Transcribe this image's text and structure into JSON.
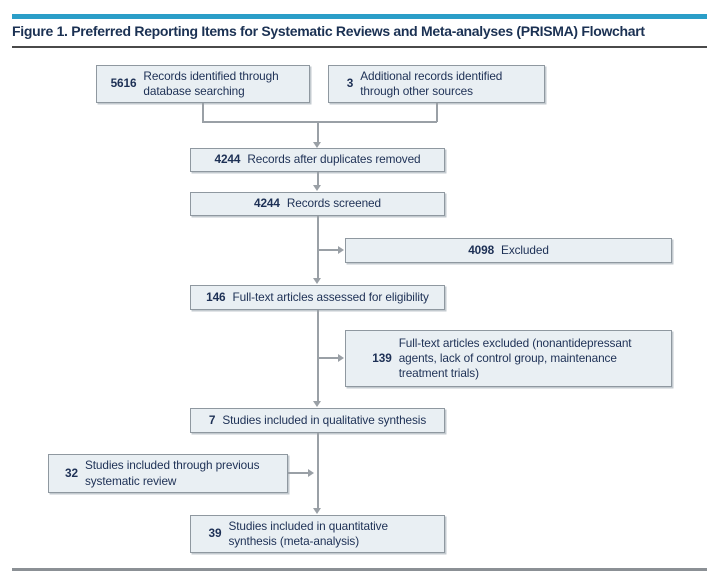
{
  "figure": {
    "title": "Figure 1. Preferred Reporting Items for Systematic Reviews and Meta-analyses (PRISMA) Flowchart"
  },
  "colors": {
    "accent_bar": "#2b9ec8",
    "box_fill": "#e9eff3",
    "box_border": "#8f98a0",
    "text": "#1d3055",
    "connector": "#9aa0a6"
  },
  "flowchart": {
    "nodes": [
      {
        "id": "records-identified",
        "count": "5616",
        "label": "Records identified through database searching"
      },
      {
        "id": "additional-records",
        "count": "3",
        "label": "Additional records identified through other sources"
      },
      {
        "id": "after-duplicates",
        "count": "4244",
        "label": "Records after duplicates removed"
      },
      {
        "id": "records-screened",
        "count": "4244",
        "label": "Records screened"
      },
      {
        "id": "excluded",
        "count": "4098",
        "label": "Excluded"
      },
      {
        "id": "fulltext-assessed",
        "count": "146",
        "label": "Full-text articles assessed for eligibility"
      },
      {
        "id": "fulltext-excluded",
        "count": "139",
        "label": "Full-text articles excluded (nonantidepressant agents, lack of control group, maintenance treatment trials)"
      },
      {
        "id": "qualitative-synthesis",
        "count": "7",
        "label": "Studies included in qualitative synthesis"
      },
      {
        "id": "previous-review",
        "count": "32",
        "label": "Studies included through previous systematic review"
      },
      {
        "id": "quantitative-synthesis",
        "count": "39",
        "label": "Studies included in quantitative synthesis (meta-analysis)"
      }
    ]
  }
}
